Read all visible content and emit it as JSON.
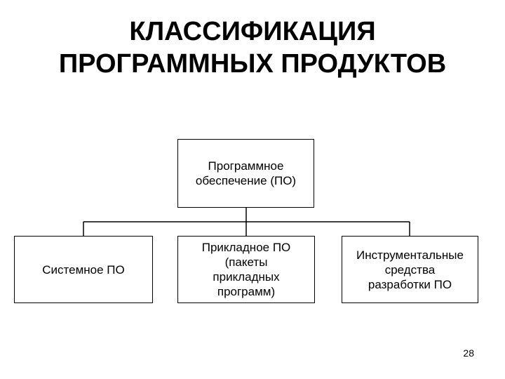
{
  "title": {
    "line1": "КЛАССИФИКАЦИЯ",
    "line2": "ПРОГРАММНЫХ ПРОДУКТОВ"
  },
  "diagram": {
    "root": {
      "label": "Программное\nобеспечение (ПО)"
    },
    "children": [
      {
        "label": "Системное ПО"
      },
      {
        "label": "Прикладное ПО\n(пакеты\nприкладных\nпрограмм)"
      },
      {
        "label": "Инструментальные\nсредства\nразработки ПО"
      }
    ]
  },
  "page_number": "28"
}
